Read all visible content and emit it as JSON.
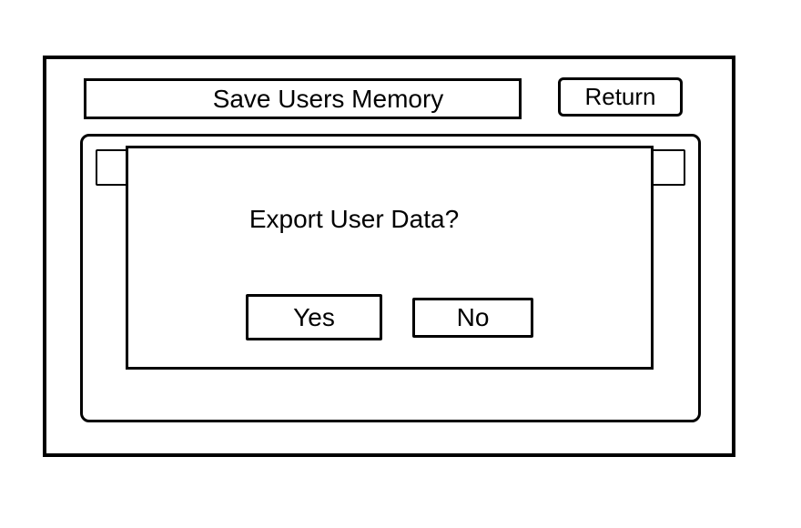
{
  "screen": {
    "title": "Save Users Memory",
    "return_button_label": "Return"
  },
  "dialog": {
    "message": "Export User Data?",
    "buttons": {
      "yes": "Yes",
      "no": "No"
    }
  },
  "colors": {
    "line": "#000000",
    "background": "#ffffff"
  }
}
